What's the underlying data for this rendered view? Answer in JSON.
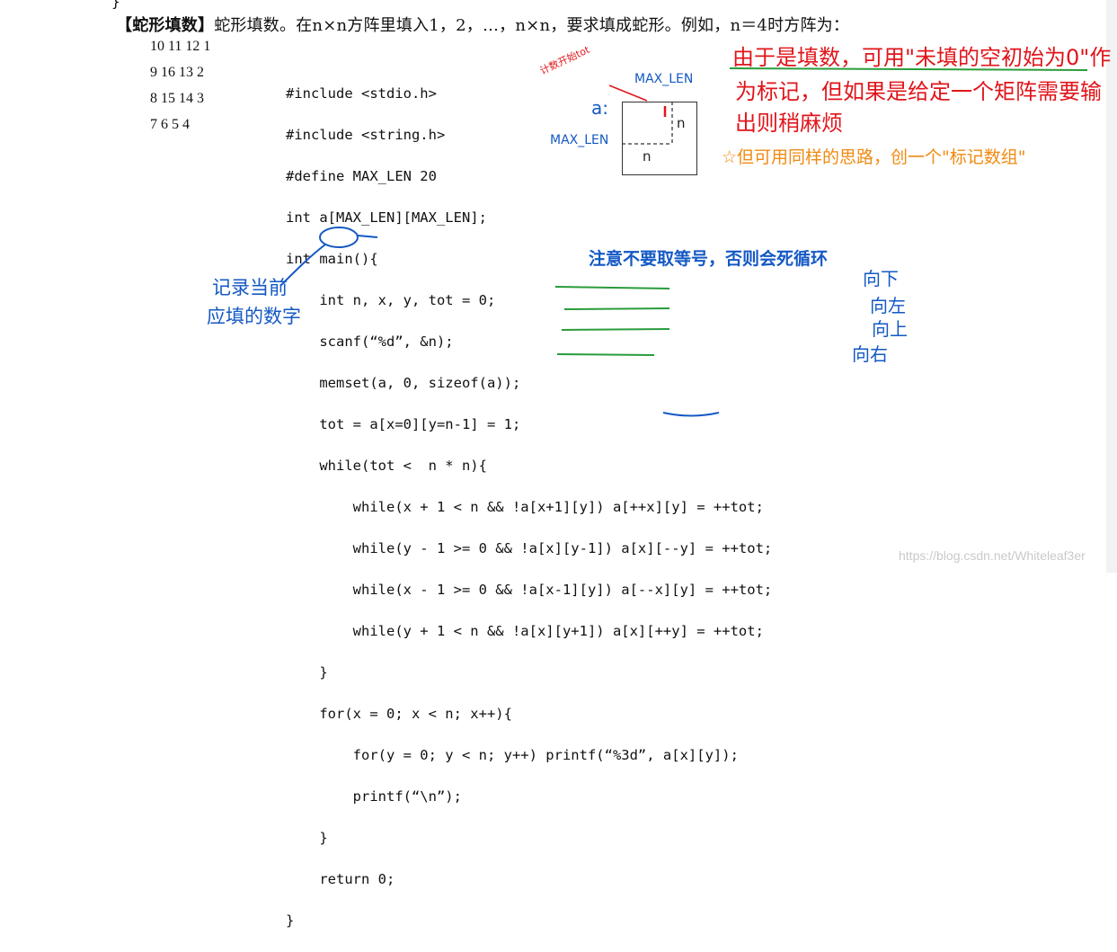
{
  "brace": "}",
  "title": {
    "bold": "【蛇形填数】",
    "text": "蛇形填数。在n×n方阵里填入1，2，…，n×n，要求填成蛇形。例如，n＝4时方阵为："
  },
  "matrix_rows": [
    "10 11 12 1",
    "9 16 13 2",
    "8 15 14 3",
    "7 6 5 4"
  ],
  "code_lines": [
    "#include <stdio.h>",
    "#include <string.h>",
    "#define MAX_LEN 20",
    "int a[MAX_LEN][MAX_LEN];",
    "int main(){",
    "    int n, x, y, tot = 0;",
    "    scanf(“%d”, &n);",
    "    memset(a, 0, sizeof(a));",
    "    tot = a[x=0][y=n-1] = 1;",
    "    while(tot <  n * n){",
    "        while(x + 1 < n && !a[x+1][y]) a[++x][y] = ++tot;",
    "        while(y - 1 >= 0 && !a[x][y-1]) a[x][--y] = ++tot;",
    "        while(x - 1 >= 0 && !a[x-1][y]) a[--x][y] = ++tot;",
    "        while(y + 1 < n && !a[x][y+1]) a[x][++y] = ++tot;",
    "    }",
    "    for(x = 0; x < n; x++){",
    "        for(y = 0; y < n; y++) printf(“%3d”, a[x][y]);",
    "        printf(“\\n”);",
    "    }",
    "    return 0;",
    "}"
  ],
  "annotations": {
    "red_line1": "由于是填数，可用\"未填的空初始为0\"作",
    "red_line2": "为标记，但如果是给定一个矩阵需要输",
    "red_line3": "出则稍麻烦",
    "orange_note": "☆但可用同样的思路，创一个\"标记数组\"",
    "blue_record_1": "记录当前",
    "blue_record_2": "应填的数字",
    "blue_note_equal": "注意不要取等号，否则会死循环",
    "dir_down": "向下",
    "dir_left": "向左",
    "dir_up": "向上",
    "dir_right": "向右",
    "diagram_a": "a:",
    "diagram_maxlen_top": "MAX_LEN",
    "diagram_maxlen_left": "MAX_LEN",
    "diagram_n_right": "n",
    "diagram_n_bottom": "n",
    "diagram_start_label": "计数开始tot"
  },
  "watermark": "https://blog.csdn.net/Whiteleaf3er",
  "colors": {
    "red": "#e0151b",
    "blue": "#1459c4",
    "green": "#2a9c3b",
    "orange": "#f08a12"
  }
}
